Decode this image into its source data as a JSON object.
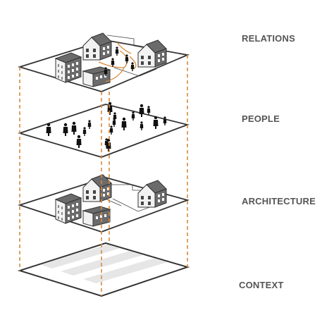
{
  "layers": [
    {
      "id": "relations",
      "label": "RELATIONS"
    },
    {
      "id": "people",
      "label": "PEOPLE"
    },
    {
      "id": "architecture",
      "label": "ARCHITECTURE"
    },
    {
      "id": "context",
      "label": "CONTEXT"
    }
  ],
  "colors": {
    "outline": "#333333",
    "building_dark": "#6b6b6b",
    "building_light": "#f2f2f2",
    "window": "#ffffff",
    "connector": "#d9893a",
    "person": "#111111",
    "context_stripe": "#e6e6e6",
    "label": "#555555"
  }
}
